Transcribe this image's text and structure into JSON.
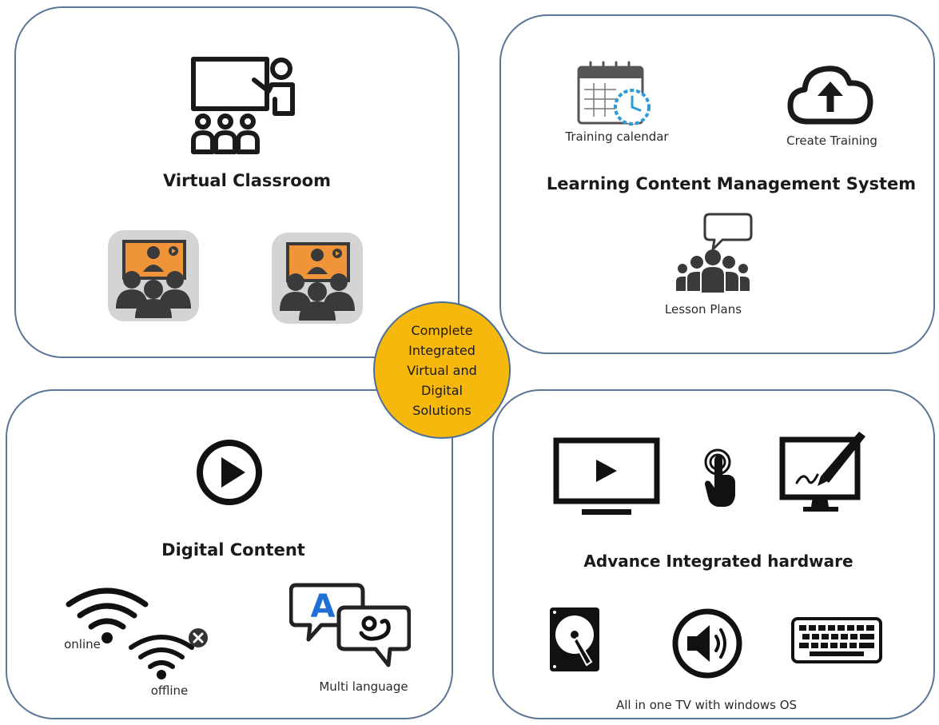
{
  "center": {
    "text": "Complete\nIntegrated\nVirtual and\nDigital\nSolutions",
    "color": "#f6b80c"
  },
  "panels": {
    "virtual_classroom": {
      "title": "Virtual Classroom",
      "icons": [
        "teacher-classroom-icon",
        "video-audience-icon",
        "video-audience-icon"
      ]
    },
    "lcms": {
      "title": "Learning Content Management System",
      "items": [
        {
          "icon": "training-calendar-icon",
          "label": "Training calendar"
        },
        {
          "icon": "cloud-upload-icon",
          "label": "Create Training"
        },
        {
          "icon": "group-speech-icon",
          "label": "Lesson Plans"
        }
      ]
    },
    "digital_content": {
      "title": "Digital Content",
      "items": [
        {
          "icon": "wifi-icon",
          "label": "online"
        },
        {
          "icon": "wifi-off-icon",
          "label": "offline"
        },
        {
          "icon": "translate-bubbles-icon",
          "label": "Multi language"
        }
      ],
      "icons": [
        "play-circle-icon"
      ]
    },
    "hardware": {
      "title": "Advance Integrated hardware",
      "caption": "All in one TV with windows OS",
      "icons": [
        "tv-play-icon",
        "touch-hand-icon",
        "pen-monitor-icon",
        "hard-disk-icon",
        "speaker-icon",
        "keyboard-icon"
      ]
    }
  },
  "colors": {
    "panel_border": "#5b7598",
    "video_background": "#f0943a"
  }
}
